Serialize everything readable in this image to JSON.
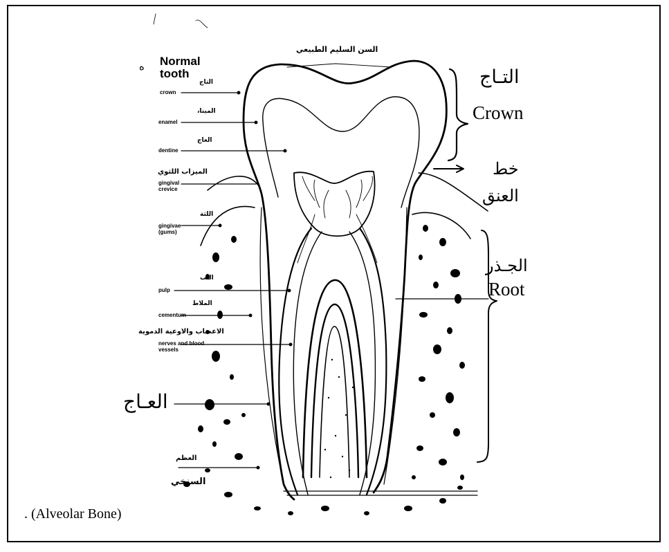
{
  "header": {
    "title_en_line1": "Normal",
    "title_en_line2": "tooth",
    "title_ar": "السن السليم الطبيعي",
    "stray_mark": "ه"
  },
  "labels": [
    {
      "ar": "التاج",
      "en": "crown"
    },
    {
      "ar": "المينا،",
      "en": "enamel"
    },
    {
      "ar": "العاج",
      "en": "dentine"
    },
    {
      "ar": "الميزاب اللثوي",
      "en": "gingival crevice"
    },
    {
      "ar": "اللثة",
      "en": "gingivae (gums)"
    },
    {
      "ar": "اللب",
      "en": "pulp"
    },
    {
      "ar": "الملاط",
      "en": "cementum"
    },
    {
      "ar": "الاعصاب والاوعية الدموية",
      "en": "nerves and blood vessels"
    }
  ],
  "right": {
    "crown_ar": "التـاج",
    "crown_en": "Crown",
    "neck_ar_1": "خط",
    "neck_ar_2": "العنق",
    "root_ar": "الجـذر",
    "root_en": "Root"
  },
  "bottom": {
    "dentine_big_ar": "العـاج",
    "bone_ar_1": "العظم",
    "bone_ar_2": "السنخي",
    "alveolar_en": ". (Alveolar Bone)"
  }
}
